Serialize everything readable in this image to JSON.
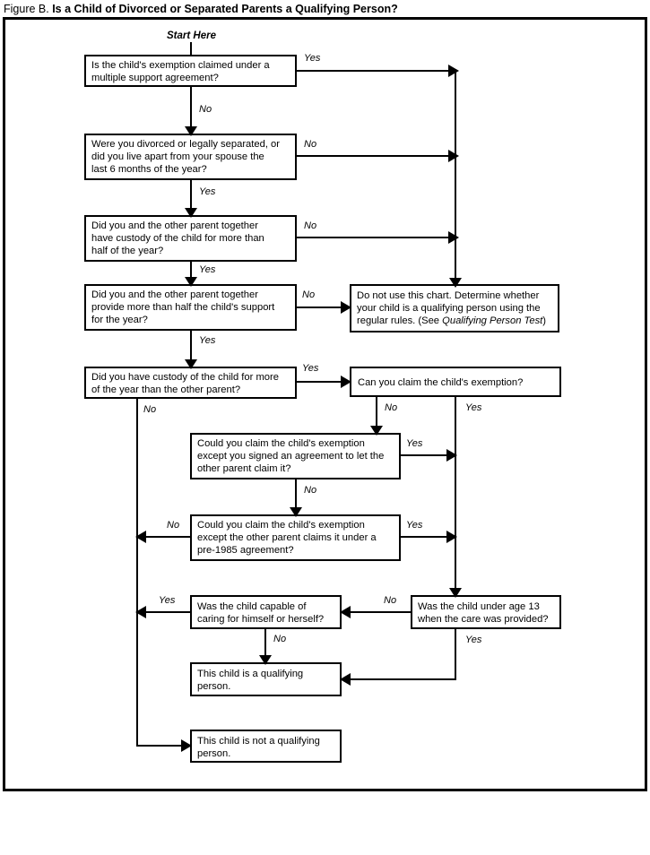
{
  "figure": {
    "prefix": "Figure B.",
    "title": "Is a Child of Divorced or Separated Parents a Qualifying Person?",
    "start_label": "Start Here"
  },
  "nodes": {
    "q1": {
      "id": "q1",
      "line1": "Is the child's exemption claimed under a",
      "line2": "multiple support agreement?",
      "line3": ""
    },
    "q2": {
      "id": "q2",
      "line1": "Were you divorced or legally separated, or",
      "line2": "did you live apart from your spouse the",
      "line3": "last 6 months of the year?"
    },
    "q3": {
      "id": "q3",
      "line1": "Did you and the other parent together",
      "line2": "have custody of the child for more than",
      "line3": "half of the year?"
    },
    "q4": {
      "id": "q4",
      "line1": "Did you and the other parent together",
      "line2": "provide more than half the child's support",
      "line3": "for the year?"
    },
    "q5": {
      "id": "q5",
      "line1": "Did you have custody of the child for more",
      "line2": "of the year than the other parent?",
      "line3": ""
    },
    "q6": {
      "id": "q6",
      "line1": "Can you claim the child's exemption?",
      "line2": "",
      "line3": ""
    },
    "q7": {
      "id": "q7",
      "line1": "Could you claim the child's exemption",
      "line2": "except you signed an agreement to let the",
      "line3": "other parent claim it?"
    },
    "q8": {
      "id": "q8",
      "line1": "Could you claim the child's exemption",
      "line2": "except the other parent claims it under a",
      "line3": "pre-1985 agreement?"
    },
    "q9": {
      "id": "q9",
      "line1": "Was the child under age 13",
      "line2": "when the care was provided?",
      "line3": ""
    },
    "q10": {
      "id": "q10",
      "line1": "Was the child capable of",
      "line2": "caring for himself or herself?",
      "line3": ""
    },
    "outcome_nochart": {
      "id": "outcome_nochart",
      "line1": "Do not use this chart. Determine whether",
      "line2": "your child is a qualifying person using the",
      "line3_pre": "regular rules. (See ",
      "line3_ital": "Qualifying Person Test",
      "line3_post": ")"
    },
    "outcome_yes": {
      "id": "outcome_yes",
      "line1": "This child is a qualifying",
      "line2": "person.",
      "line3": ""
    },
    "outcome_no": {
      "id": "outcome_no",
      "line1": "This child is not a qualifying",
      "line2": "person.",
      "line3": ""
    }
  },
  "edge_labels": {
    "q1_yes": "Yes",
    "q1_no": "No",
    "q2_no": "No",
    "q2_yes": "Yes",
    "q3_no": "No",
    "q3_yes": "Yes",
    "q4_no": "No",
    "q4_yes": "Yes",
    "q5_yes": "Yes",
    "q5_no": "No",
    "q6_no": "No",
    "q6_yes": "Yes",
    "q7_yes": "Yes",
    "q7_no": "No",
    "q8_no": "No",
    "q8_yes": "Yes",
    "q9_no": "No",
    "q9_yes": "Yes",
    "q10_yes": "Yes",
    "q10_no": "No"
  },
  "colors": {
    "ink": "#000000",
    "paper": "#ffffff"
  },
  "chart_data": {
    "type": "diagram",
    "diagram_kind": "decision-flowchart",
    "title": "Figure B. Is a Child of Divorced or Separated Parents a Qualifying Person?",
    "entry": "q1",
    "steps": [
      {
        "id": "q1",
        "text": "Is the child's exemption claimed under a multiple support agreement?",
        "yes": "outcome_nochart",
        "no": "q2"
      },
      {
        "id": "q2",
        "text": "Were you divorced or legally separated, or did you live apart from your spouse the last 6 months of the year?",
        "yes": "q3",
        "no": "outcome_nochart"
      },
      {
        "id": "q3",
        "text": "Did you and the other parent together have custody of the child for more than half of the year?",
        "yes": "q4",
        "no": "outcome_nochart"
      },
      {
        "id": "q4",
        "text": "Did you and the other parent together provide more than half the child's support for the year?",
        "yes": "q5",
        "no": "outcome_nochart"
      },
      {
        "id": "q5",
        "text": "Did you have custody of the child for more of the year than the other parent?",
        "yes": "q6",
        "no": "outcome_no"
      },
      {
        "id": "q6",
        "text": "Can you claim the child's exemption?",
        "yes": "q9",
        "no": "q7"
      },
      {
        "id": "q7",
        "text": "Could you claim the child's exemption except you signed an agreement to let the other parent claim it?",
        "yes": "q9",
        "no": "q8"
      },
      {
        "id": "q8",
        "text": "Could you claim the child's exemption except the other parent claims it under a pre-1985 agreement?",
        "yes": "q9",
        "no": "outcome_no"
      },
      {
        "id": "q9",
        "text": "Was the child under age 13 when the care was provided?",
        "yes": "outcome_yes",
        "no": "q10"
      },
      {
        "id": "q10",
        "text": "Was the child capable of caring for himself or herself?",
        "yes": "outcome_no",
        "no": "outcome_yes"
      }
    ],
    "terminals": [
      {
        "id": "outcome_nochart",
        "text": "Do not use this chart. Determine whether your child is a qualifying person using the regular rules. (See Qualifying Person Test)"
      },
      {
        "id": "outcome_yes",
        "text": "This child is a qualifying person."
      },
      {
        "id": "outcome_no",
        "text": "This child is not a qualifying person."
      }
    ]
  }
}
